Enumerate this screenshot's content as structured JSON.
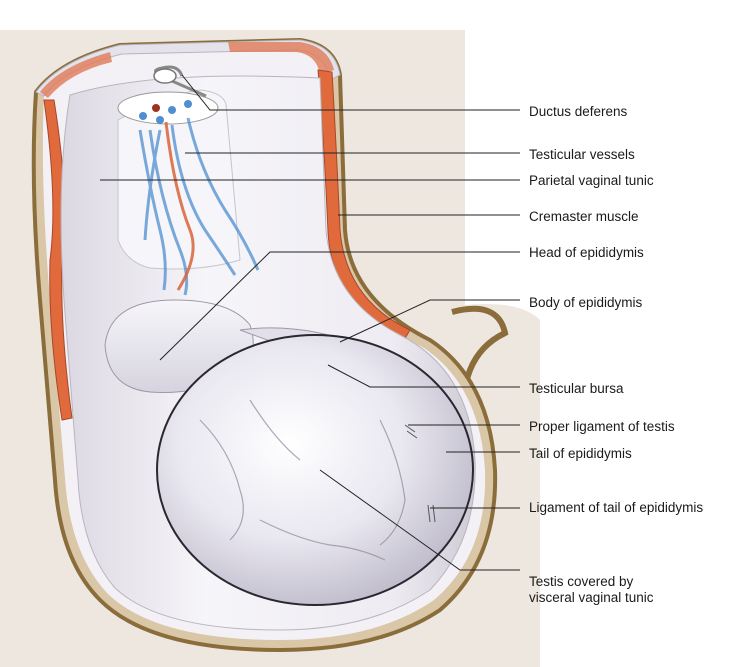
{
  "labels": {
    "ductus_deferens": "Ductus deferens",
    "testicular_vessels": "Testicular vessels",
    "parietal_vaginal_tunic": "Parietal vaginal tunic",
    "cremaster_muscle": "Cremaster muscle",
    "head_of_epididymis": "Head of epididymis",
    "body_of_epididymis": "Body of epididymis",
    "testicular_bursa": "Testicular bursa",
    "proper_ligament_of_testis": "Proper ligament of testis",
    "tail_of_epididymis": "Tail of epididymis",
    "ligament_of_tail_of_epididymis": "Ligament of tail of epididymis",
    "testis_covered_line1": "Testis covered by",
    "testis_covered_line2": "visceral vaginal tunic"
  },
  "colors": {
    "background_body": "#eee7df",
    "skin_outline": "#8a6d3b",
    "cremaster": "#e06a3c",
    "tunic": "#f1eff6",
    "testis": "#ebe9f2",
    "vein": "#4f8fd0",
    "artery": "#d7643a",
    "leader": "#222222"
  }
}
